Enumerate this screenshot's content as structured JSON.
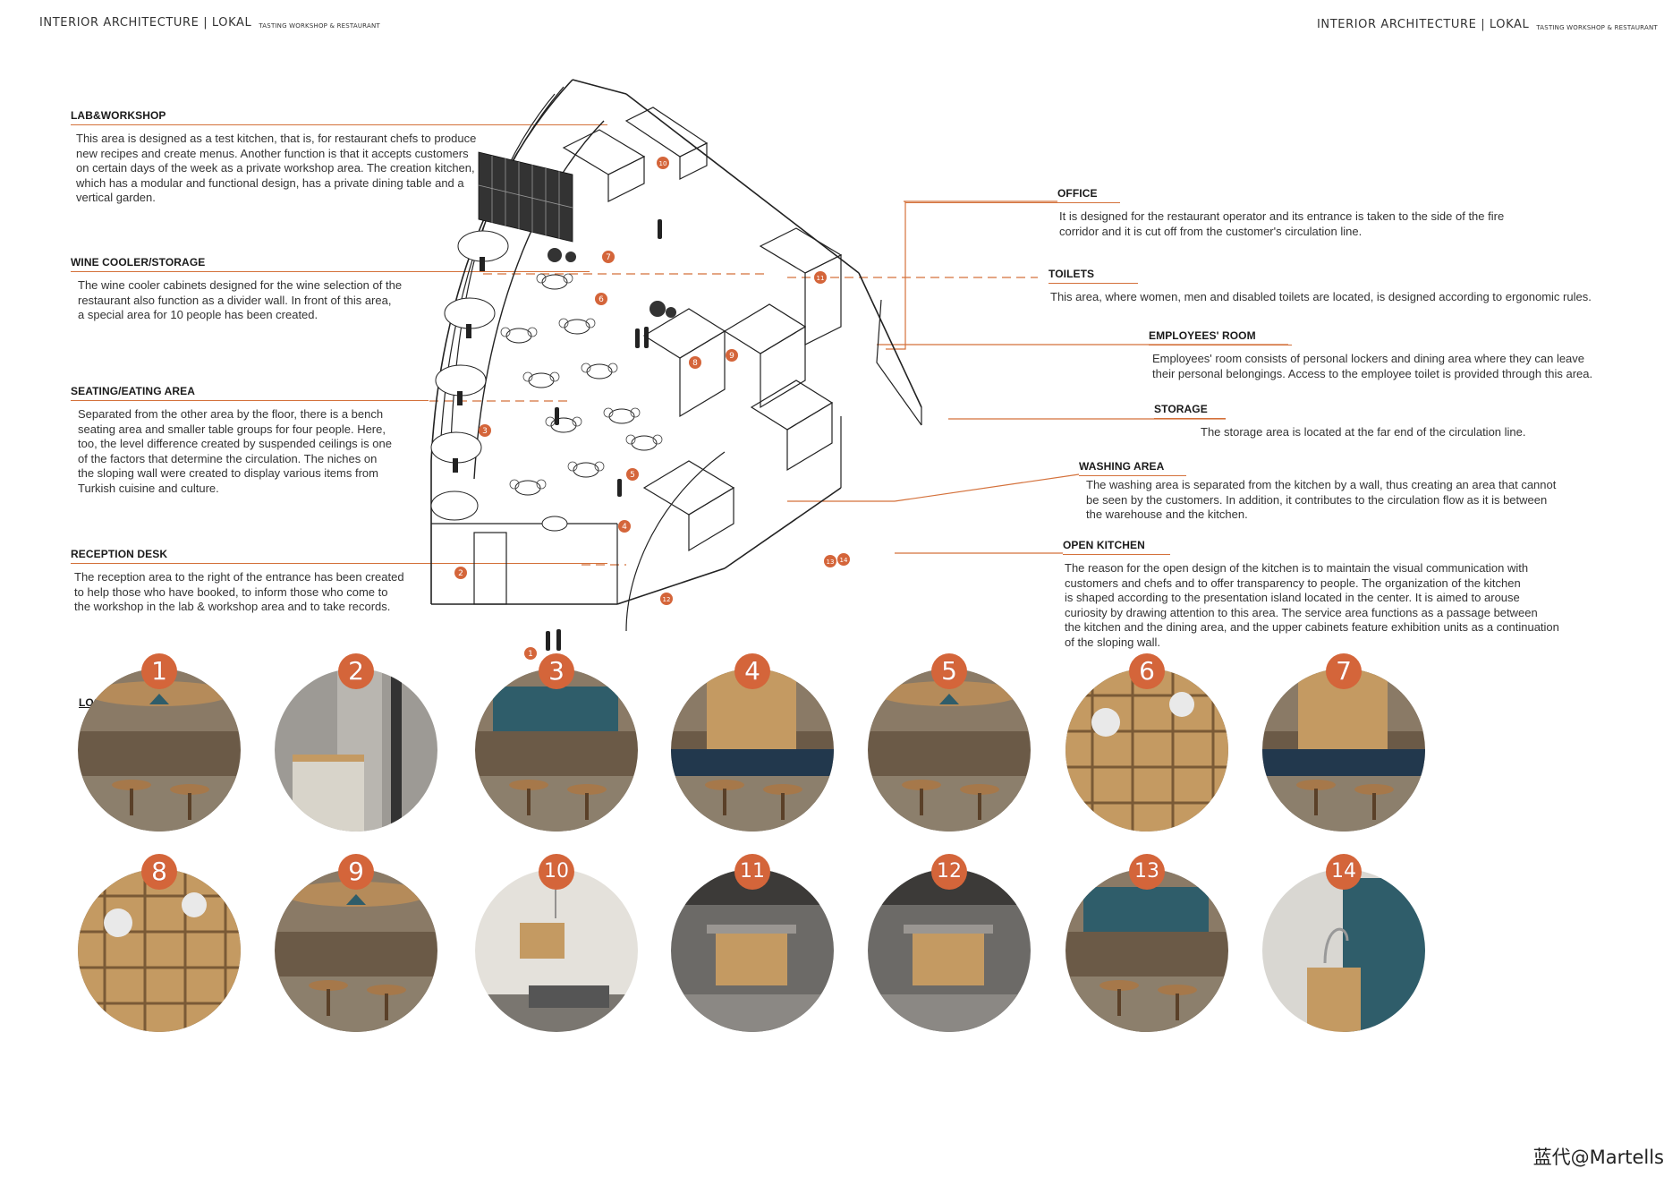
{
  "header": {
    "title": "INTERIOR ARCHITECTURE | LOKAL",
    "subtitle": "TASTING WORKSHOP & RESTAURANT"
  },
  "sections": {
    "lab": {
      "title": "LAB&WORKSHOP",
      "body": "This area is designed as a test kitchen, that is, for restaurant chefs to produce\nnew recipes and create menus. Another function is that it accepts customers\non certain days of the week as a private workshop area. The creation kitchen,\nwhich has a modular and functional design, has a private dining table and a\nvertical garden."
    },
    "wine": {
      "title": "WINE COOLER/STORAGE",
      "body": "The wine cooler cabinets designed for the wine selection of the\nrestaurant also function as a divider wall. In front of this area,\na special area for 10 people has been created."
    },
    "seating": {
      "title": "SEATING/EATING AREA",
      "body": "Separated from the other area by the floor, there is a bench\nseating area and smaller table groups for four people. Here,\ntoo, the level difference created by suspended ceilings is one\nof the factors that determine the circulation. The niches on\nthe sloping wall were created to display various items from\nTurkish cuisine and culture."
    },
    "reception": {
      "title": "RECEPTION DESK",
      "body": "The reception area to the right of the entrance has been created\nto help those who have booked, to inform those who come to\nthe workshop in the lab & workshop area and to take records."
    },
    "office": {
      "title": "OFFICE",
      "body": "It is designed for the restaurant operator and its entrance is taken to the side of the fire\ncorridor and it is cut off from the customer's circulation line."
    },
    "toilets": {
      "title": "TOILETS",
      "body": "This area, where women, men and disabled toilets are located, is designed according to ergonomic rules."
    },
    "employees": {
      "title": "EMPLOYEES' ROOM",
      "body": "Employees' room consists of personal lockers and dining area where they can leave\ntheir personal belongings. Access to the employee toilet is provided through this area."
    },
    "storage": {
      "title": "STORAGE",
      "body": "The storage area is located at the far end of the circulation line."
    },
    "washing": {
      "title": "WASHING AREA",
      "body": "The washing area is separated from the kitchen by a wall, thus creating an area that cannot\nbe seen by the customers. In addition, it contributes to the circulation flow as it is between\nthe warehouse and the kitchen."
    },
    "kitchen": {
      "title": "OPEN KITCHEN",
      "body": "The reason for the open design of the kitchen is to maintain the visual communication with\ncustomers and chefs and to offer transparency to people. The organization of the kitchen\nis shaped according to the presentation island located in the center. It is aimed to arouse\ncuriosity by drawing attention to this area. The service area functions as a passage between\nthe kitchen and the dining area, and the upper cabinets feature exhibition units as a continuation\nof the sloping wall."
    }
  },
  "plan_markers": [
    "1",
    "2",
    "3",
    "4",
    "5",
    "6",
    "7",
    "8",
    "9",
    "10",
    "11",
    "12",
    "13",
    "14"
  ],
  "location_map": {
    "title": "LOCATION MAP",
    "views": [
      "1",
      "2",
      "3",
      "4",
      "5",
      "6",
      "7",
      "8",
      "9",
      "10",
      "11",
      "12",
      "13",
      "14"
    ]
  },
  "watermark": "蓝代@Martells",
  "colors": {
    "accent": "#d4653a",
    "leader": "#d4713b",
    "wood": "#c49a62",
    "teal": "#2f5d6a",
    "navy": "#22384d"
  }
}
